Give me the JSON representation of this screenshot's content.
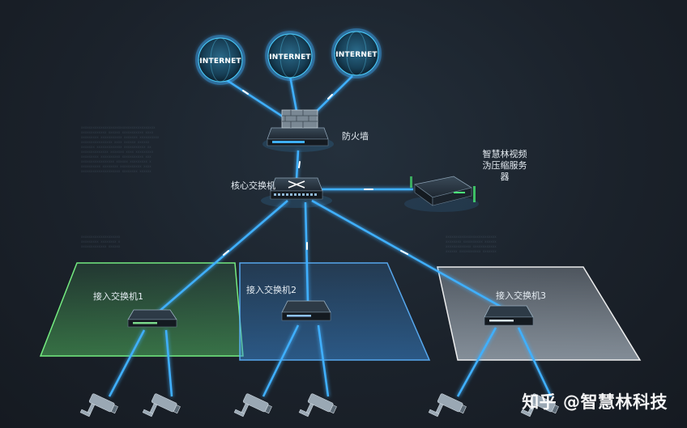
{
  "nodes": {
    "internet": [
      "INTERNET",
      "INTERNET",
      "INTERNET"
    ],
    "firewall": "防火墙",
    "core_switch": "核心交换机",
    "server_lines": [
      "智慧林视频",
      "沩压缩服务",
      "器"
    ],
    "access_switches": [
      "接入交换机1",
      "接入交换机2",
      "接入交换机3"
    ]
  },
  "zone_colors": [
    "#5cd66a",
    "#3b8fe0",
    "#c9d6e2"
  ],
  "link_color": "#3fb0ff",
  "cameras_per_zone": 2,
  "watermark": "知乎 @智慧林科技"
}
